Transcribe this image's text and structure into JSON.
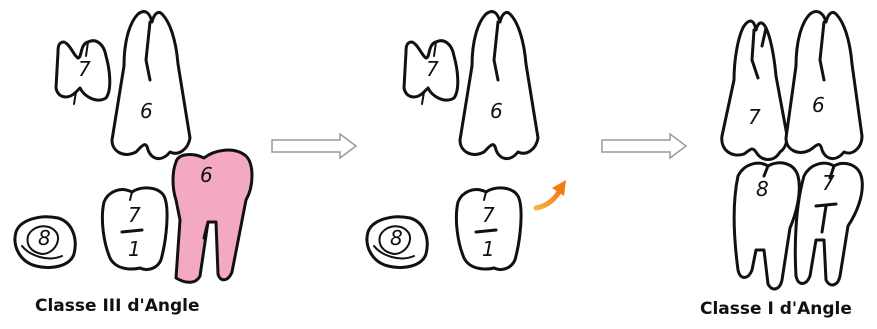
{
  "labels": {
    "left_caption": "Classe III d'Angle",
    "right_caption": "Classe I d'Angle"
  },
  "tooth_numbers": {
    "p1_upper_7": "7",
    "p1_upper_6": "6",
    "p1_lower_6": "6",
    "p1_lower_7": "7",
    "p1_lower_7_sub": "1",
    "p1_bud_8": "8",
    "p2_upper_7": "7",
    "p2_upper_6": "6",
    "p2_lower_7": "7",
    "p2_lower_7_sub": "1",
    "p2_bud_8": "8",
    "p3_upper_7": "7",
    "p3_upper_6": "6",
    "p3_lower_8": "8",
    "p3_lower_7": "7"
  },
  "colors": {
    "extracted_tooth": "#f4a9c2",
    "movement_arrow": "#f39a1e",
    "transition_arrow": "#9a9a9a"
  },
  "icons": [
    "transition-arrow-icon",
    "movement-arrow-icon"
  ]
}
